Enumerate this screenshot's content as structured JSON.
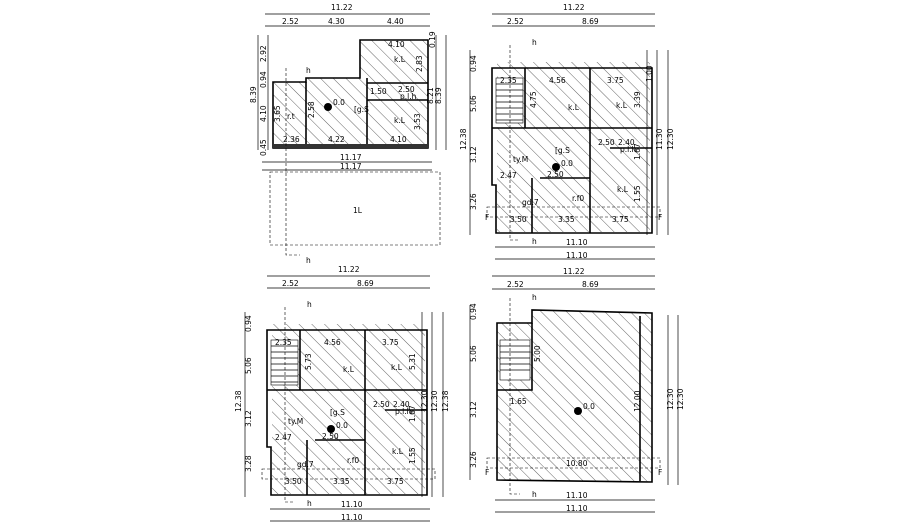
{
  "drawing": {
    "plan_1": {
      "dims_top": [
        "11.22",
        "2.52",
        "4.30",
        "4.40"
      ],
      "dims_left": [
        "8.39",
        "2.92",
        "0.94",
        "4.10",
        "0.45"
      ],
      "dims_right": [
        "0.19",
        "2.83",
        "8.21",
        "8.39"
      ],
      "dims_bottom": [
        "11.17",
        "11.17"
      ],
      "rooms": [
        "4.10",
        "k.L",
        "1.50",
        "2.50",
        "p.l.h",
        "r.t",
        "3.65",
        "2.58",
        "0.0",
        "[g.S",
        "k.L",
        "3.53",
        "2.36",
        "4.22",
        "4.10"
      ],
      "yard_label": "1L",
      "section_marks": [
        "h",
        "h"
      ]
    },
    "plan_2": {
      "dims_top": [
        "11.22",
        "2.52",
        "8.69"
      ],
      "dims_left": [
        "0.94",
        "5.06",
        "3.12",
        "3.26",
        "12.38"
      ],
      "dims_right": [
        "1.00",
        "11.30",
        "12.30"
      ],
      "dims_bottom": [
        "11.10",
        "11.10"
      ],
      "rooms": [
        "2.35",
        "4.56",
        "3.75",
        "4.75",
        "k.L",
        "k.L",
        "3.39",
        "2.50",
        "2.40",
        "[g.S",
        "p.l.h",
        "1.67",
        "ty.M",
        "0.0",
        "2.50",
        "2.47",
        "k.L",
        "1.55",
        "gd.7",
        "r.f0",
        "3.50",
        "3.35",
        "3.75"
      ],
      "section_marks": [
        "h",
        "h",
        "F",
        "F"
      ]
    },
    "plan_3": {
      "dims_top": [
        "11.22",
        "2.52",
        "8.69"
      ],
      "dims_left": [
        "0.94",
        "5.06",
        "12.38",
        "3.12",
        "3.28"
      ],
      "dims_right": [
        "12.30",
        "12.30",
        "12.38"
      ],
      "dims_bottom": [
        "11.10",
        "11.10"
      ],
      "rooms": [
        "2.35",
        "4.56",
        "3.75",
        "5.73",
        "k.L",
        "k.L",
        "5.31",
        "2.50",
        "2.40",
        "[g.S",
        "p.l.h",
        "1.67",
        "ty.M",
        "0.0",
        "2.50",
        "2.47",
        "k.L",
        "1.55",
        "gd.7",
        "r.f0",
        "3.50",
        "3.35",
        "3.75"
      ],
      "section_marks": [
        "h",
        "h"
      ]
    },
    "plan_4": {
      "dims_top": [
        "11.22",
        "2.52",
        "8.69"
      ],
      "dims_left": [
        "0.94",
        "5.06",
        "3.12",
        "3.26"
      ],
      "dims_right": [
        "12.30",
        "12.30"
      ],
      "dims_bottom": [
        "11.10",
        "11.10"
      ],
      "rooms": [
        "5.00",
        "1.65",
        "0.0",
        "12.00",
        "10.80"
      ],
      "section_marks": [
        "h",
        "h",
        "F",
        "F"
      ]
    }
  }
}
